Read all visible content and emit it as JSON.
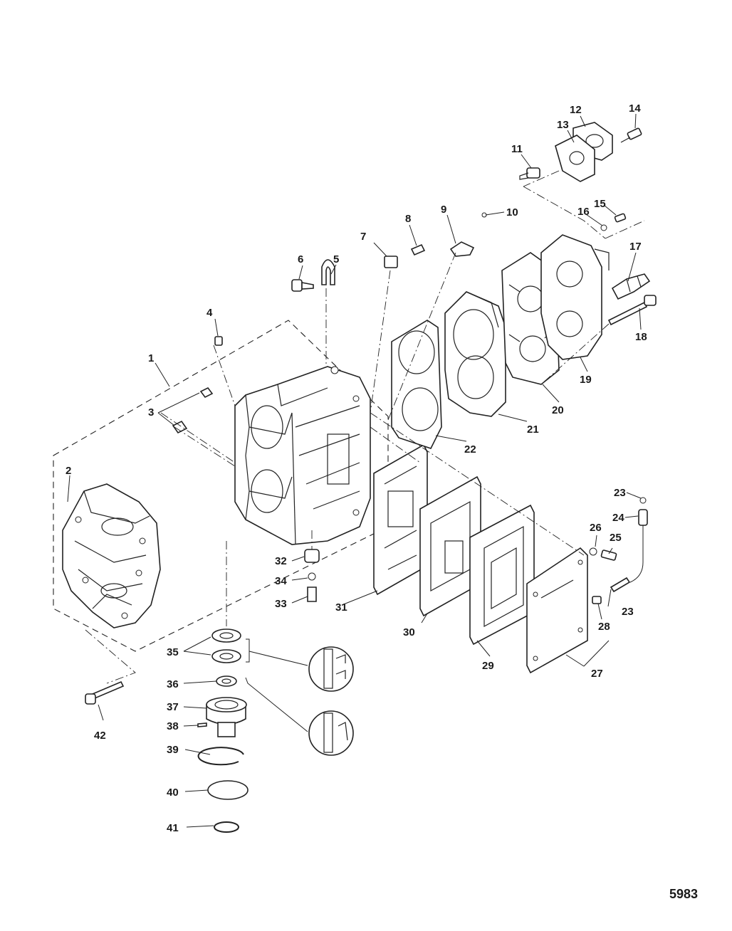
{
  "figure_number": "5983",
  "callouts": [
    "1",
    "2",
    "3",
    "4",
    "5",
    "6",
    "7",
    "8",
    "9",
    "10",
    "11",
    "12",
    "13",
    "14",
    "15",
    "16",
    "17",
    "18",
    "19",
    "20",
    "21",
    "22",
    "23",
    "24",
    "25",
    "26",
    "27",
    "28",
    "29",
    "30",
    "31",
    "32",
    "33",
    "34",
    "35",
    "36",
    "37",
    "38",
    "39",
    "40",
    "41",
    "42"
  ],
  "callout_23b": "23"
}
